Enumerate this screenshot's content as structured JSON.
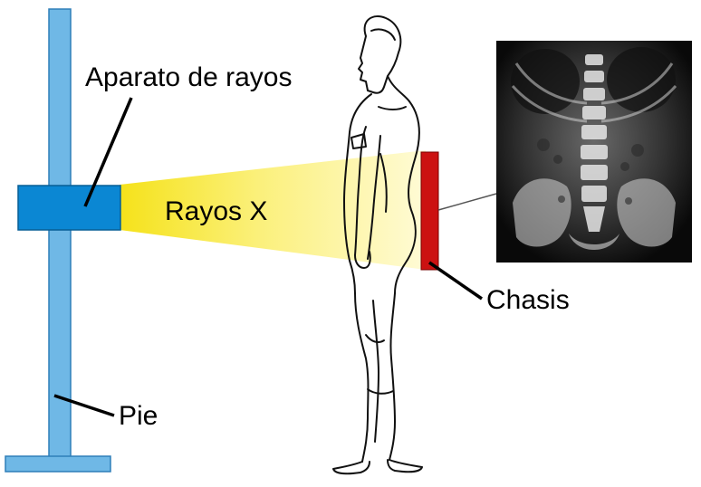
{
  "labels": {
    "apparatus": "Aparato de rayos",
    "beam": "Rayos X",
    "cassette": "Chasis",
    "stand": "Pie"
  },
  "colors": {
    "stand": "#6fb8e6",
    "stand_stroke": "#2f7fb8",
    "apparatus": "#0b87d3",
    "beam_light": "#fffbd0",
    "beam_dark": "#f5e21a",
    "cassette": "#cc1111",
    "xray_bg": "#050505",
    "figure_stroke": "#111111"
  },
  "icons": {
    "figure": "standing-person-icon",
    "xray": "abdominal-xray-image"
  }
}
